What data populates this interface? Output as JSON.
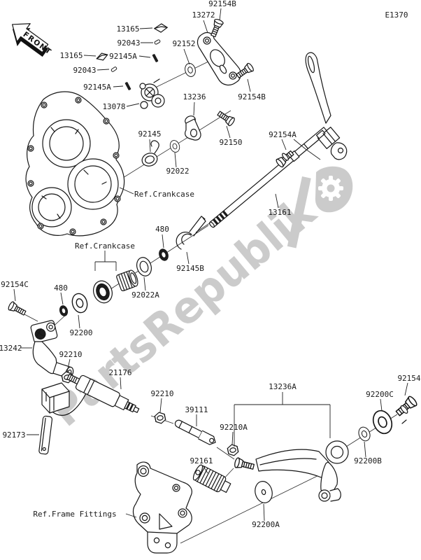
{
  "diagram": {
    "code": "E1370",
    "front_marker": "FRONT",
    "watermark": "PartsRepublik",
    "watermark_color": "#cbcbcb",
    "line_color": "#161616",
    "background_color": "#ffffff"
  },
  "refs": {
    "crankcase": "Ref.Crankcase",
    "frame_fittings": "Ref.Frame Fittings"
  },
  "parts": {
    "13078": "13078",
    "13161": "13161",
    "13165": "13165",
    "13236": "13236",
    "13236A": "13236A",
    "13242": "13242",
    "13272": "13272",
    "21176": "21176",
    "39111": "39111",
    "480": "480",
    "92022": "92022",
    "92022A": "92022A",
    "92043": "92043",
    "92145": "92145",
    "92145A": "92145A",
    "92145B": "92145B",
    "92150": "92150",
    "92152": "92152",
    "92154": "92154",
    "92154A": "92154A",
    "92154B": "92154B",
    "92154C": "92154C",
    "92161": "92161",
    "92173": "92173",
    "92200": "92200",
    "92200A": "92200A",
    "92200B": "92200B",
    "92200C": "92200C",
    "92210": "92210",
    "92210A": "92210A"
  }
}
